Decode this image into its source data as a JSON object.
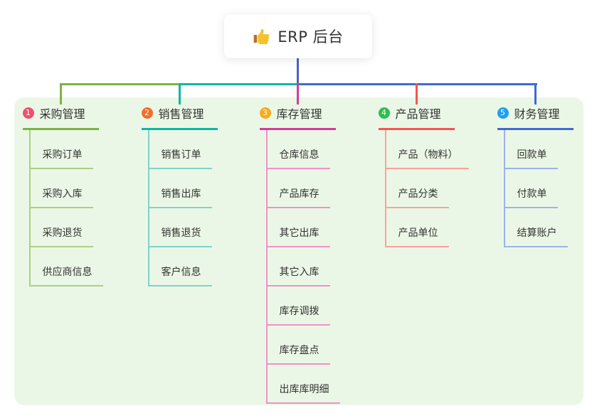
{
  "root": {
    "title": "ERP 后台",
    "icon": "thumbs-up-icon"
  },
  "colors": {
    "root_connector": "#4a5fc9",
    "panel_background": "#ebf7e6",
    "thumb_yellow": "#f5c12e",
    "thumb_cuff": "#b5722e"
  },
  "branches": [
    {
      "badge": "1",
      "title": "采购管理",
      "color": "#7cb342",
      "light_color": "#a9d186",
      "badge_color": "#f0506e",
      "children": [
        "采购订单",
        "采购入库",
        "采购退货",
        "供应商信息"
      ]
    },
    {
      "badge": "2",
      "title": "销售管理",
      "color": "#10b5a5",
      "light_color": "#7ed3c9",
      "badge_color": "#f56d2c",
      "children": [
        "销售订单",
        "销售出库",
        "销售退货",
        "客户信息"
      ]
    },
    {
      "badge": "3",
      "title": "库存管理",
      "color": "#d23c9b",
      "light_color": "#ef92c7",
      "badge_color": "#fbab1a",
      "children": [
        "仓库信息",
        "产品库存",
        "其它出库",
        "其它入库",
        "库存调拨",
        "库存盘点",
        "出库库明细"
      ]
    },
    {
      "badge": "4",
      "title": "产品管理",
      "color": "#f4564e",
      "light_color": "#f9a29c",
      "badge_color": "#2dbd51",
      "children": [
        "产品（物料）",
        "产品分类",
        "产品单位"
      ]
    },
    {
      "badge": "5",
      "title": "财务管理",
      "color": "#3e6ad4",
      "light_color": "#9cb3e8",
      "badge_color": "#1e9ff2",
      "children": [
        "回款单",
        "付款单",
        "结算账户"
      ]
    }
  ]
}
